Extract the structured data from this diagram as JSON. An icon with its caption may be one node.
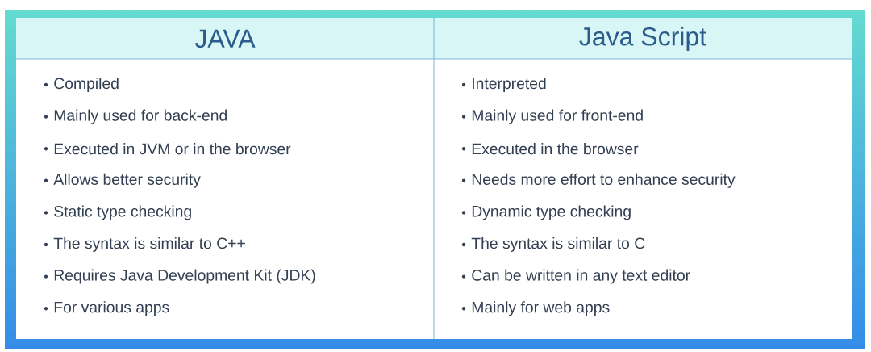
{
  "diagram": {
    "labels": [
      "JAVA",
      "Java Script",
      "Compiled",
      "Interpreted",
      "Mainly used for back-end",
      "Mainly used for front-end",
      "Executed in JVM or in the browser",
      "Executed in the browser",
      "Allows better security",
      "Needs more effort to enhance security",
      "Static type checking",
      "Dynamic type checking",
      "The syntax is similar to C++",
      "The syntax is similar to C",
      "Requires Java Development Kit (JDK)",
      "Can be written in any text editor",
      "For various apps",
      "Mainly for web apps"
    ]
  }
}
